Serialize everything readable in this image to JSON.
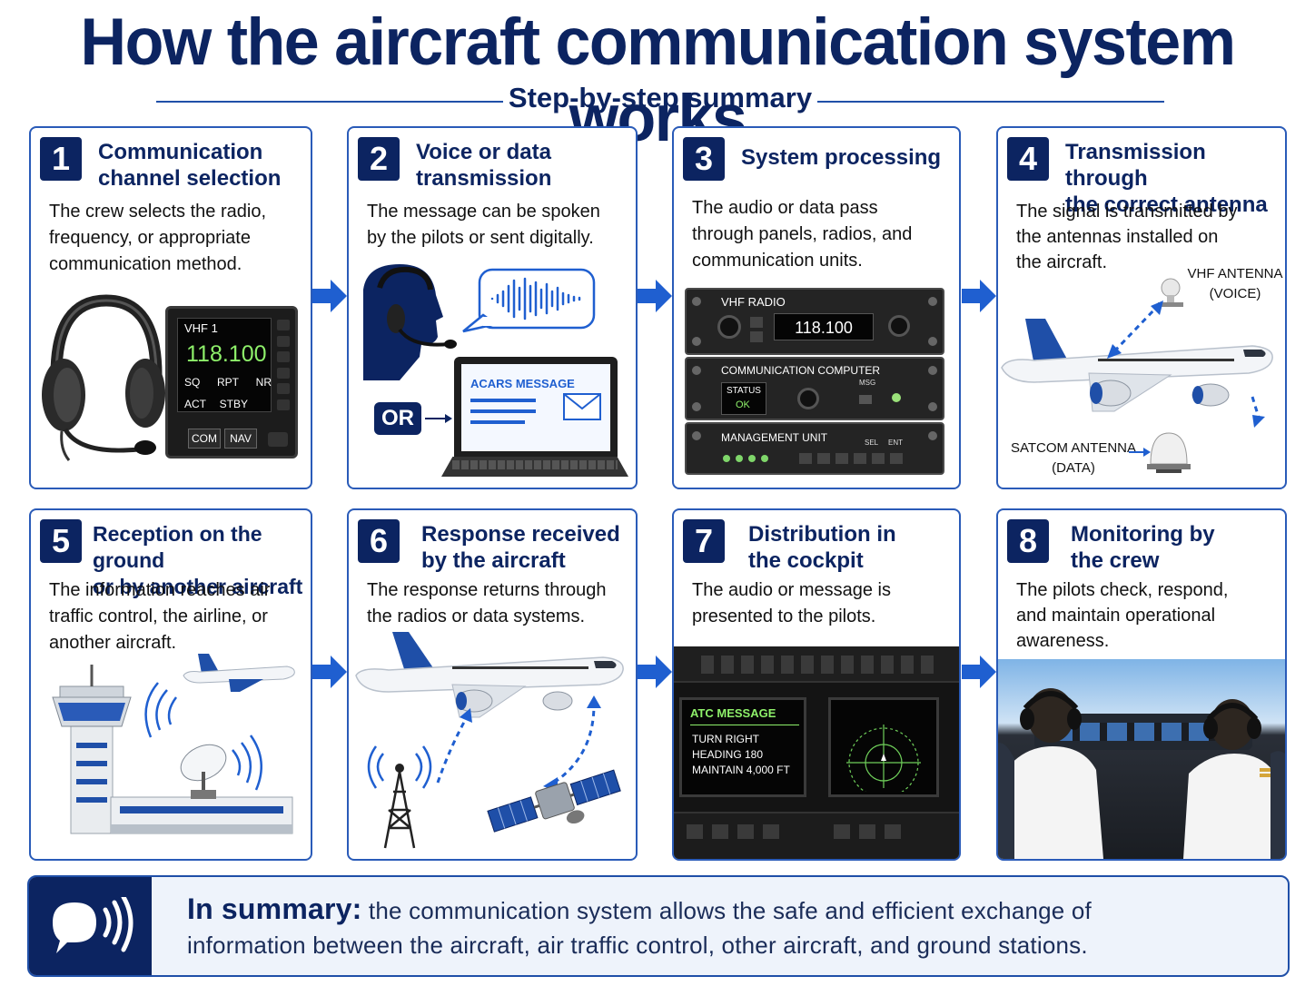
{
  "header": {
    "title": "How the aircraft communication system works",
    "subtitle": "Step-by-step summary"
  },
  "steps": [
    {
      "number": "1",
      "title_l1": "Communication",
      "title_l2": "channel selection",
      "desc_l1": "The crew selects the radio,",
      "desc_l2": "frequency, or appropriate",
      "desc_l3": "communication method."
    },
    {
      "number": "2",
      "title_l1": "Voice or data",
      "title_l2": "transmission",
      "desc_l1": "The message can be spoken",
      "desc_l2": "by the pilots or sent digitally."
    },
    {
      "number": "3",
      "title_l1": "System processing",
      "desc_l1": "The audio or data pass",
      "desc_l2": "through panels, radios, and",
      "desc_l3": "communication units."
    },
    {
      "number": "4",
      "title_l1": "Transmission through",
      "title_l2": "the correct antenna",
      "desc_l1": "The signal is transmitted by",
      "desc_l2": "the antennas installed on",
      "desc_l3": "the aircraft."
    },
    {
      "number": "5",
      "title_l1": "Reception on the ground",
      "title_l2": "or by another aircraft",
      "desc_l1": "The information reaches air",
      "desc_l2": "traffic control, the airline, or",
      "desc_l3": "another aircraft."
    },
    {
      "number": "6",
      "title_l1": "Response received",
      "title_l2": "by the aircraft",
      "desc_l1": "The response returns through",
      "desc_l2": "the radios or data systems."
    },
    {
      "number": "7",
      "title_l1": "Distribution in",
      "title_l2": "the cockpit",
      "desc_l1": "The audio or message is",
      "desc_l2": "presented to the pilots."
    },
    {
      "number": "8",
      "title_l1": "Monitoring by",
      "title_l2": "the crew",
      "desc_l1": "The pilots check, respond,",
      "desc_l2": "and maintain operational",
      "desc_l3": "awareness."
    }
  ],
  "step1_panel": {
    "channel": "VHF 1",
    "frequency": "118.100",
    "softkeys_row1": [
      "SQ",
      "RPT",
      "NR"
    ],
    "softkeys_row2": [
      "ACT",
      "STBY"
    ],
    "buttons": [
      "COM",
      "NAV"
    ]
  },
  "step2_panel": {
    "or_label": "OR",
    "laptop_message": "ACARS MESSAGE"
  },
  "step3_panel": {
    "radio_label": "VHF RADIO",
    "radio_frequency": "118.100",
    "computer_label": "COMMUNICATION COMPUTER",
    "status_label": "STATUS",
    "status_value": "OK",
    "msg_label": "MSG",
    "mgmt_label": "MANAGEMENT UNIT",
    "sel_label": "SEL",
    "ent_label": "ENT"
  },
  "step4_panel": {
    "vhf_l1": "VHF ANTENNA",
    "vhf_l2": "(VOICE)",
    "satcom_l1": "SATCOM ANTENNA",
    "satcom_l2": "(DATA)"
  },
  "step7_panel": {
    "atc_title": "ATC MESSAGE",
    "atc_l1": "TURN RIGHT",
    "atc_l2": "HEADING 180",
    "atc_l3": "MAINTAIN 4,000 FT"
  },
  "summary": {
    "lead": "In summary:",
    "text_l1": "the communication system allows the safe and efficient exchange of",
    "text_l2": "information between the aircraft, air traffic control, other aircraft, and ground stations."
  },
  "colors": {
    "navy": "#0c2461",
    "accent": "#1f5fd0",
    "border": "#2a5bb8",
    "display_green": "#8ef06a"
  }
}
